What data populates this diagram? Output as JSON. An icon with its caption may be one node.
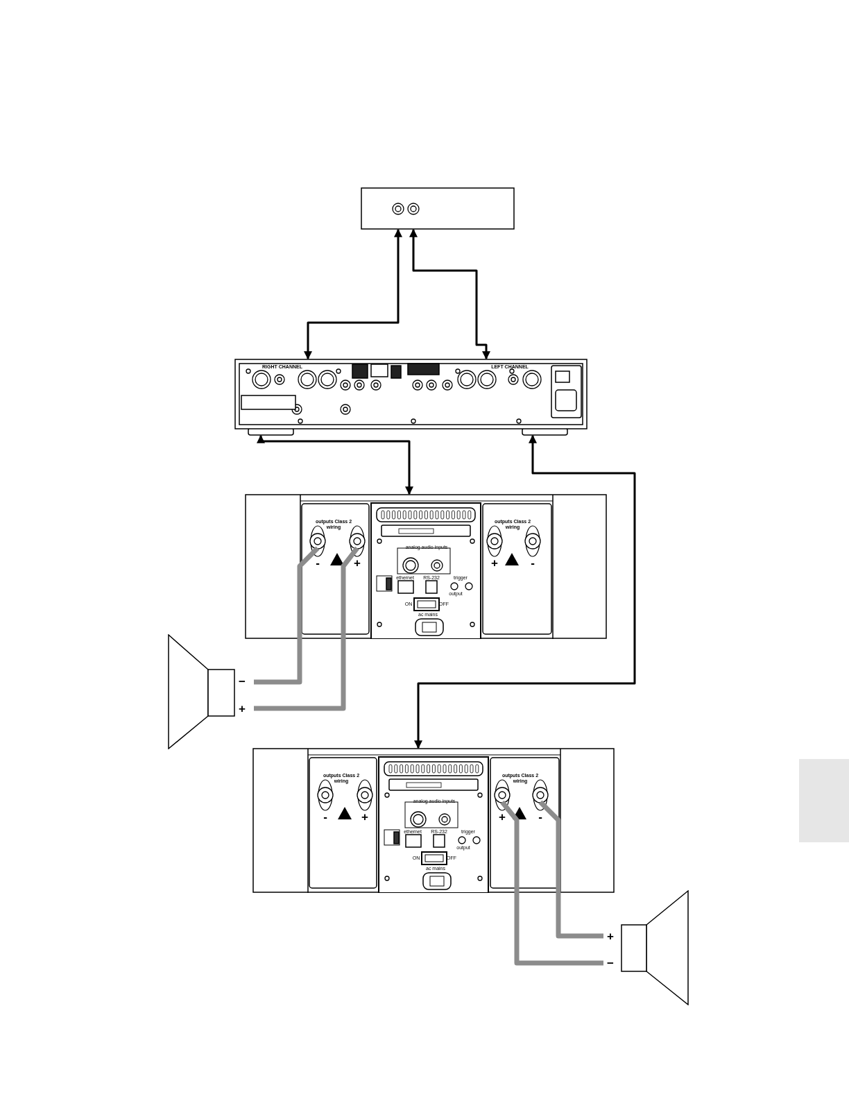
{
  "diagram": {
    "nodes": [
      {
        "text": [],
        "shape": "box"
      },
      {
        "text": [
          "RIGHT CHANNEL",
          "LEFT CHANNEL"
        ]
      },
      {
        "text": [
          "outputs Class 2 wiring",
          "outputs Class 2 wiring",
          "analog audio inputs",
          "-",
          "+",
          "+",
          "-",
          "ethernet",
          "RS-232",
          "trigger",
          "output",
          "ON",
          "OFF",
          "ac mains"
        ]
      },
      {
        "text": [
          "outputs Class 2 wiring",
          "outputs Class 2 wiring",
          "analog audio inputs",
          "-",
          "+",
          "+",
          "-",
          "ethernet",
          "RS-232",
          "trigger",
          "output",
          "ON",
          "OFF",
          "ac mains"
        ]
      },
      {
        "text": [
          "−",
          "+"
        ]
      },
      {
        "text": [
          "+",
          "−"
        ]
      }
    ],
    "edges": [
      {
        "from": 0,
        "to": 1,
        "arrow": "both"
      },
      {
        "from": 0,
        "to": 1,
        "arrow": "both"
      },
      {
        "from": 1,
        "to": 2,
        "arrow": "both"
      },
      {
        "from": 1,
        "to": 3,
        "arrow": "both"
      },
      {
        "from": 2,
        "to": 4,
        "arrow": "none",
        "style": "thick",
        "color": "#8c8c8c"
      },
      {
        "from": 2,
        "to": 4,
        "arrow": "none",
        "style": "thick",
        "color": "#8c8c8c"
      },
      {
        "from": 3,
        "to": 5,
        "arrow": "none",
        "style": "thick",
        "color": "#8c8c8c"
      },
      {
        "from": 3,
        "to": 5,
        "arrow": "none",
        "style": "thick",
        "color": "#8c8c8c"
      }
    ]
  }
}
